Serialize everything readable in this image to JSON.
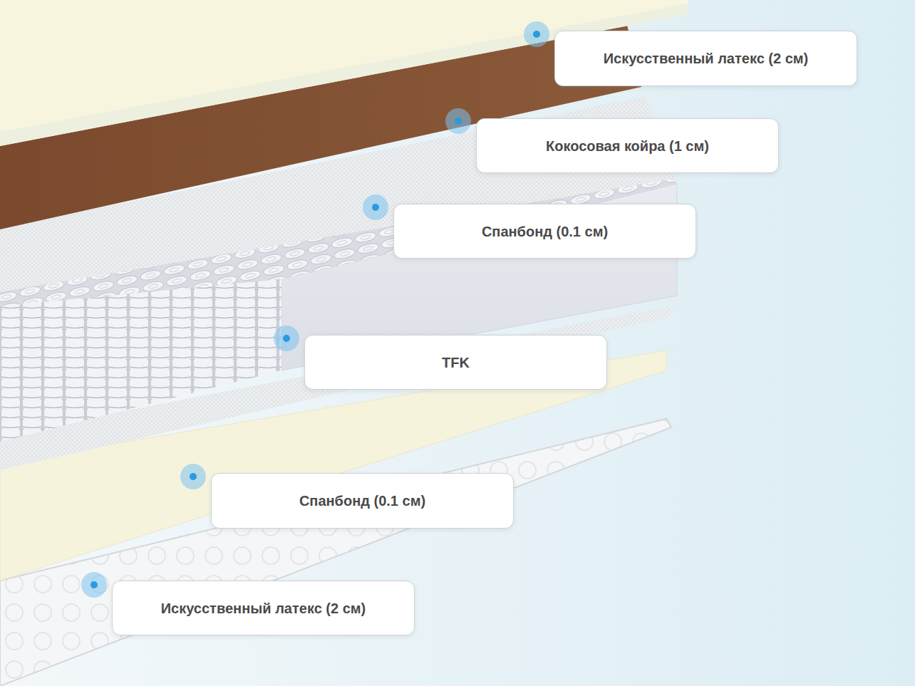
{
  "diagram": {
    "nodes": [
      {
        "text": [
          "Искусственный латекс (2 см)"
        ]
      },
      {
        "text": [
          "Кокосовая койра (1 см)"
        ]
      },
      {
        "text": [
          "Спанбонд (0.1 см)"
        ]
      },
      {
        "text": [
          "TFK"
        ]
      },
      {
        "text": [
          "Спанбонд (0.1 см)"
        ]
      },
      {
        "text": [
          "Искусственный латекс (2 см)"
        ]
      }
    ]
  }
}
